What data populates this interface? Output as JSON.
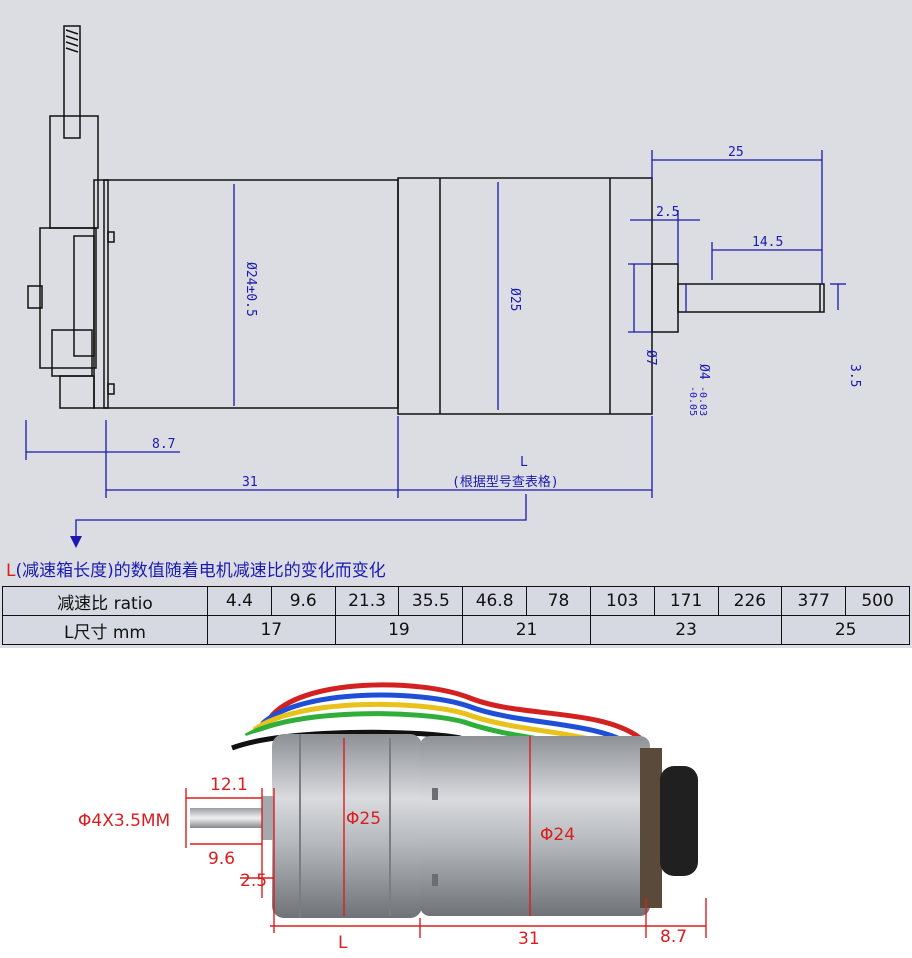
{
  "drawing": {
    "dims": {
      "d25_top": "25",
      "d2_5": "2.5",
      "d14_5": "14.5",
      "phi24": "Ø24±0.5",
      "phi25": "Ø25",
      "phi7": "Ø7",
      "phi4": "Ø4",
      "tol_top": "-0.03",
      "tol_bot": "-0.05",
      "d3_5": "3.5",
      "d8_7": "8.7",
      "d31": "31",
      "L": "L",
      "L_note": "(根据型号查表格)"
    }
  },
  "note": {
    "prefix": "L",
    "text": "(减速箱长度)的数值随着电机减速比的变化而变化"
  },
  "table": {
    "row1_label": "减速比 ratio",
    "ratios": [
      "4.4",
      "9.6",
      "21.3",
      "35.5",
      "46.8",
      "78",
      "103",
      "171",
      "226",
      "377",
      "500"
    ],
    "row2_label": "L尺寸 mm",
    "lengths": [
      {
        "value": "17",
        "span": 2
      },
      {
        "value": "19",
        "span": 2
      },
      {
        "value": "21",
        "span": 2
      },
      {
        "value": "23",
        "span": 3
      },
      {
        "value": "25",
        "span": 2
      }
    ]
  },
  "photo": {
    "labels": {
      "d12_1": "12.1",
      "shaft": "Φ4X3.5MM",
      "phi25": "Φ25",
      "phi24": "Φ24",
      "d9_6": "9.6",
      "d2_5": "2.5",
      "L": "L",
      "d31": "31",
      "d8_7": "8.7"
    },
    "wire_colors": [
      "#d32020",
      "#1f4fd6",
      "#e8c21a",
      "#2fae3a",
      "#ffffff",
      "#111111"
    ]
  }
}
